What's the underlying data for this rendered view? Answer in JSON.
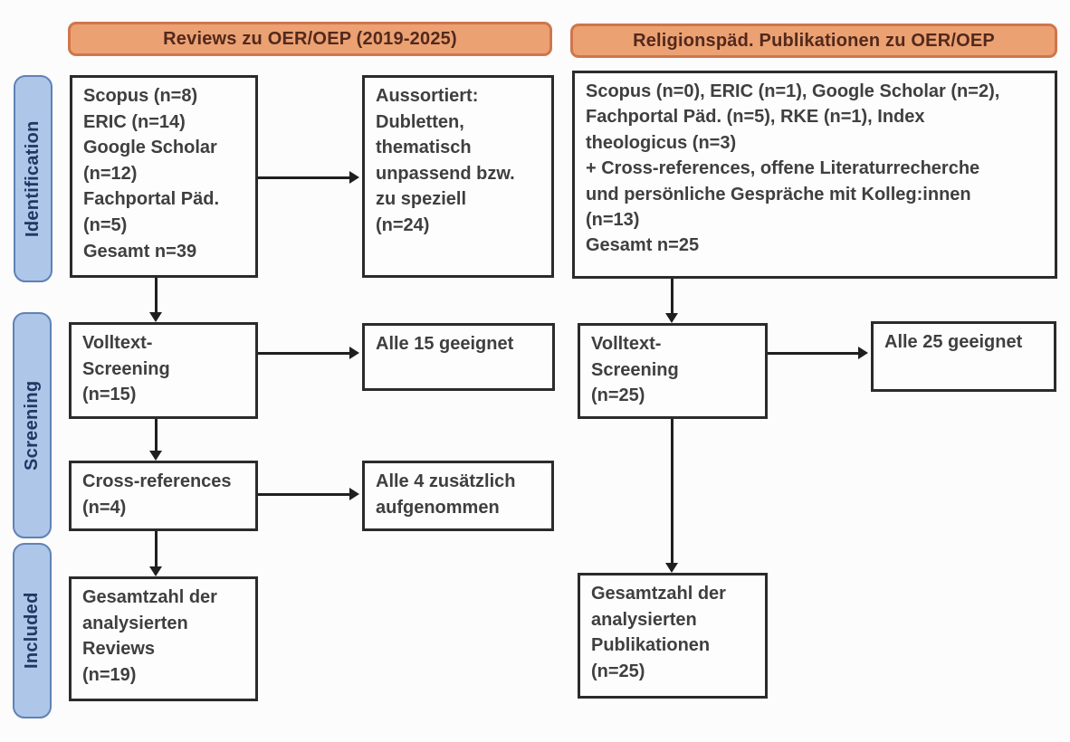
{
  "header": {
    "left": "Reviews zu OER/OEP (2019-2025)",
    "right": "Religionspäd. Publikationen zu OER/OEP"
  },
  "stages": {
    "identification": "Identification",
    "screening": "Screening",
    "included": "Included"
  },
  "left_flow": {
    "sources": "Scopus (n=8)\nERIC (n=14)\nGoogle Scholar\n(n=12)\nFachportal Päd.\n(n=5)\nGesamt n=39",
    "excluded": "Aussortiert:\nDubletten,\nthematisch\nunpassend bzw.\nzu speziell\n(n=24)",
    "fulltext_screening": "Volltext-\nScreening\n(n=15)",
    "fulltext_result": "Alle 15 geeignet",
    "cross_references": "Cross-references\n(n=4)",
    "cross_references_result": "Alle 4 zusätzlich\naufgenommen",
    "included_total": "Gesamtzahl der\nanalysierten\nReviews\n(n=19)"
  },
  "right_flow": {
    "sources": "Scopus (n=0), ERIC (n=1), Google Scholar (n=2),\nFachportal Päd. (n=5), RKE (n=1), Index\ntheologicus (n=3)\n+ Cross-references, offene Literaturrecherche\nund persönliche Gespräche mit Kolleg:innen\n(n=13)\nGesamt n=25",
    "fulltext_screening": "Volltext-\nScreening\n(n=25)",
    "fulltext_result": "Alle 25 geeignet",
    "included_total": "Gesamtzahl der\nanalysierten\nPublikationen\n(n=25)"
  },
  "colors": {
    "header_fill": "#eca173",
    "header_border": "#cf764c",
    "header_text": "#52291c",
    "stage_fill": "#aec6e8",
    "stage_border": "#6082b6",
    "stage_text": "#1f3864",
    "box_border": "#2b2b2b",
    "box_text": "#3f3f3f",
    "arrow": "#1f1f1f"
  }
}
